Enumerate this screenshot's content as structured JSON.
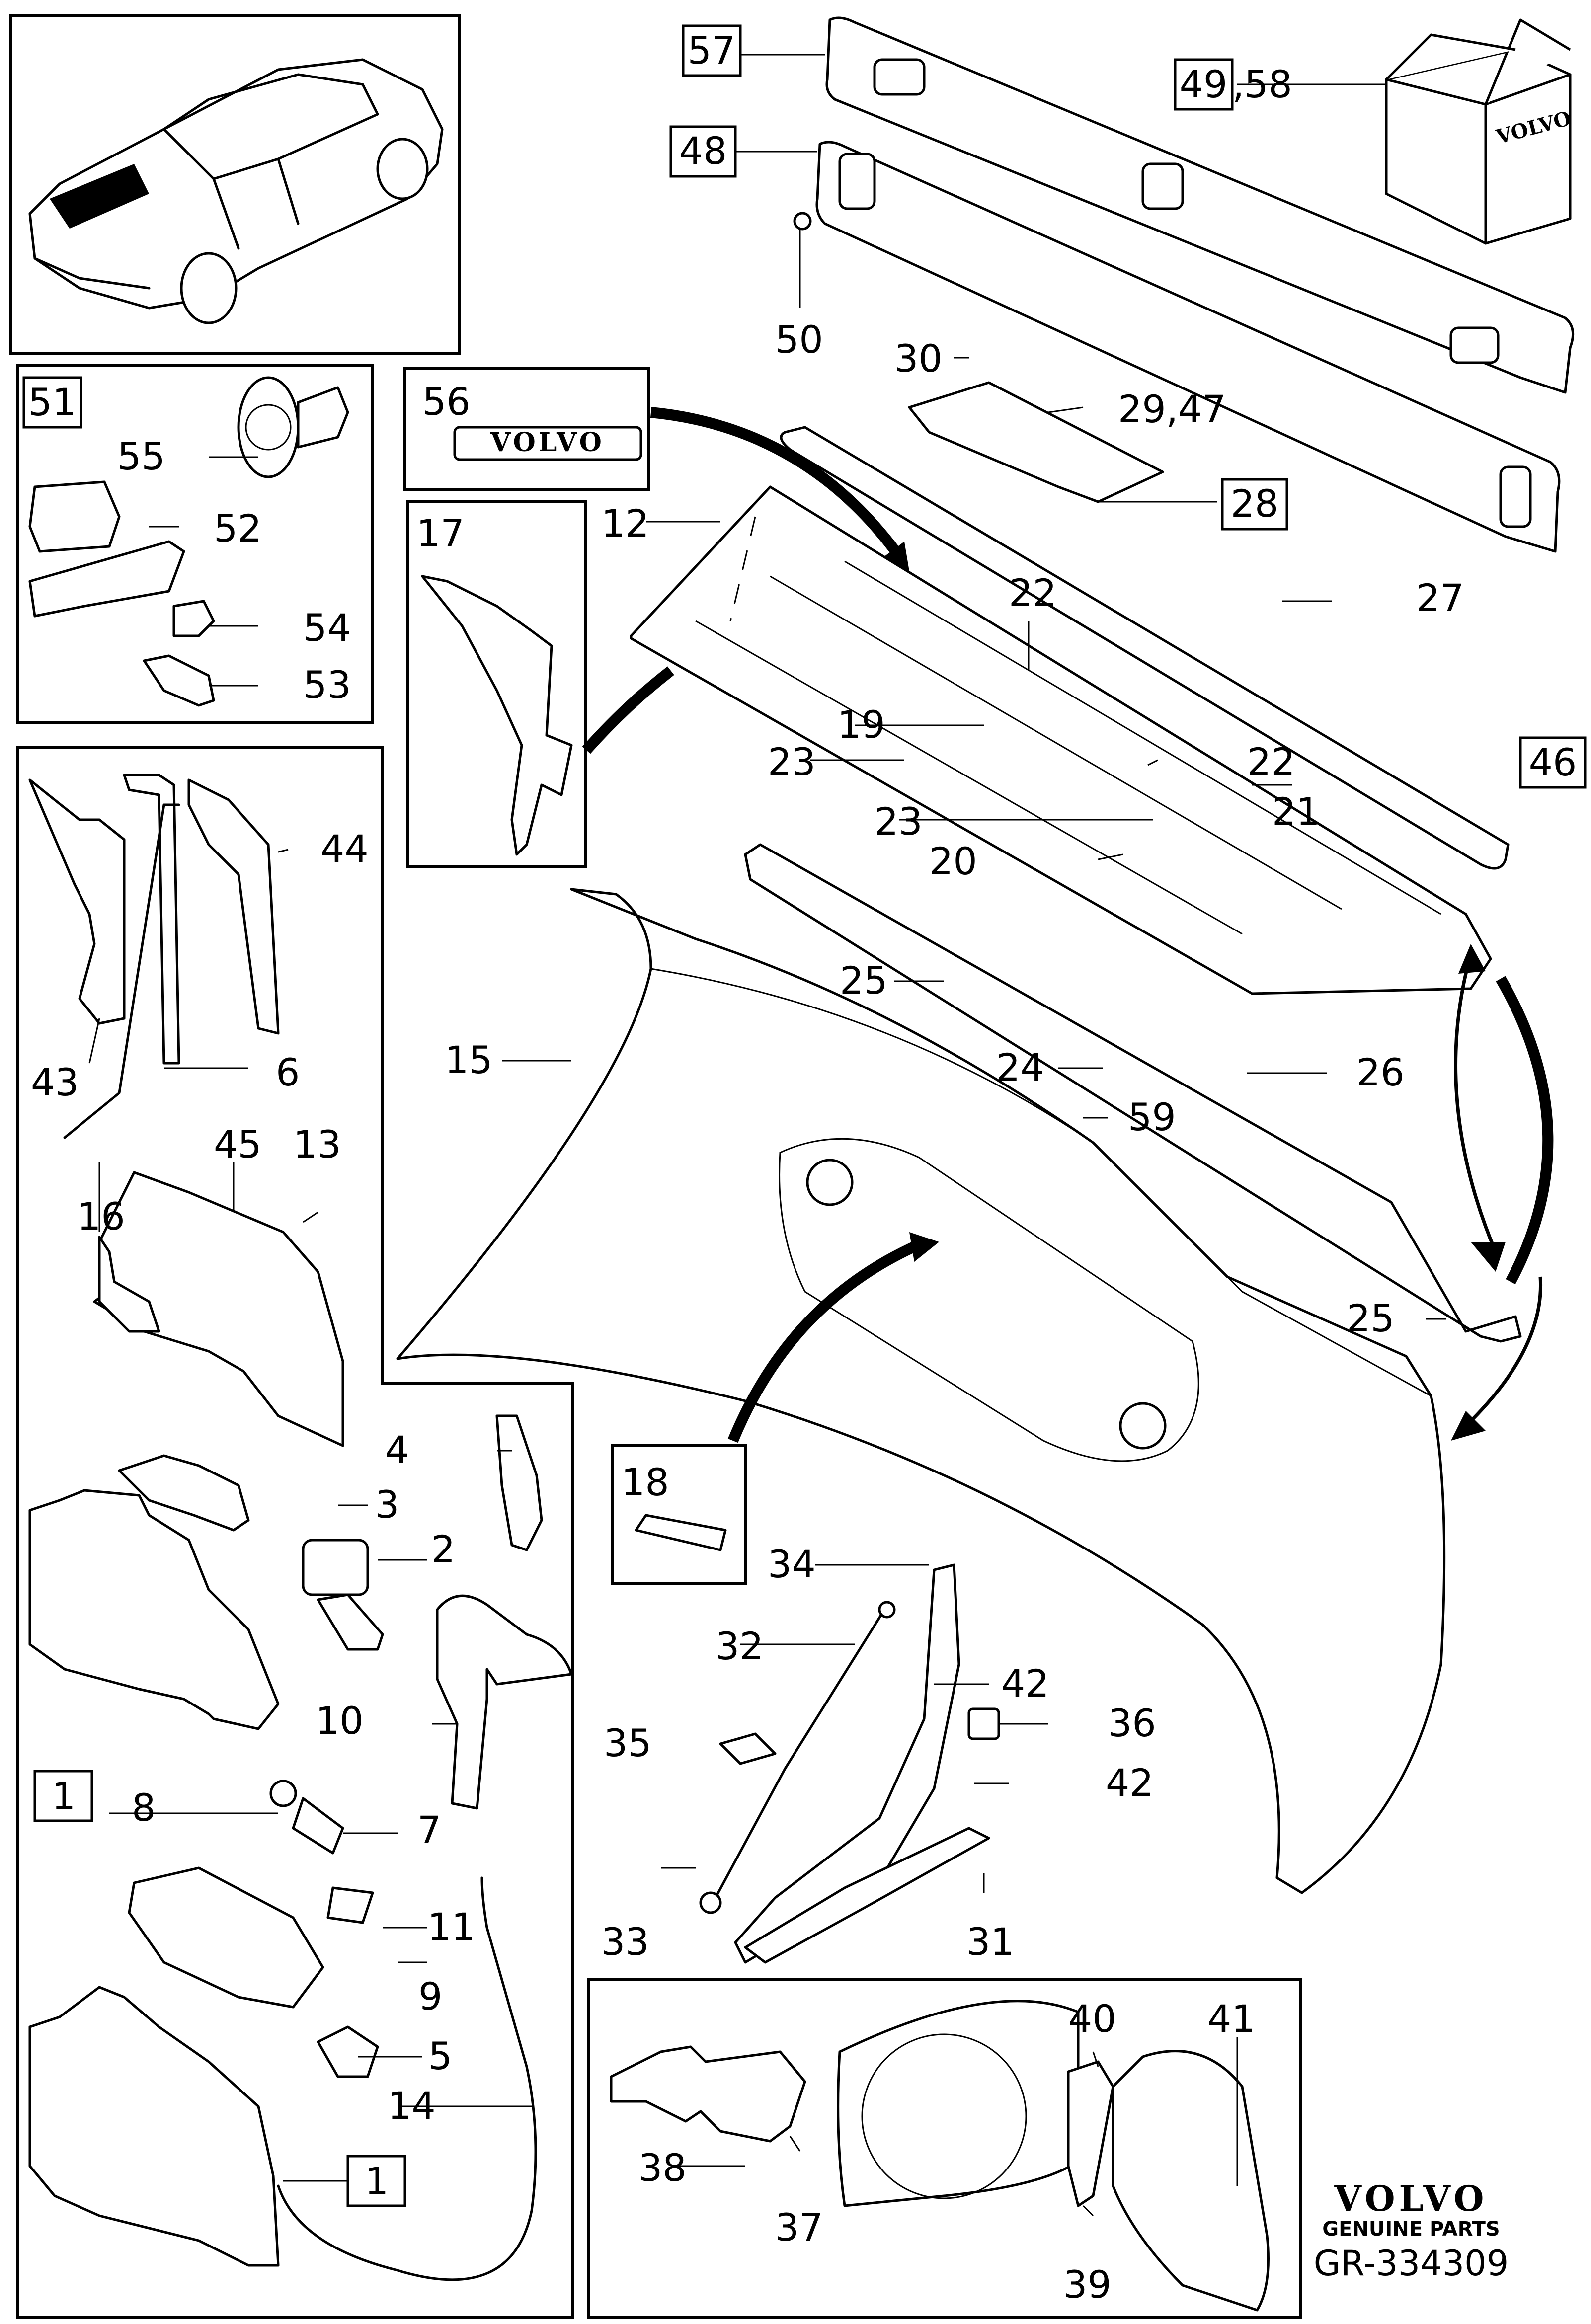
{
  "brand": {
    "name": "VOLVO",
    "tagline": "GENUINE PARTS"
  },
  "diagram_code": "GR-334309",
  "inset_badge": "VOLVO",
  "box_brand": "VOLVO",
  "callouts": {
    "c1a": "1",
    "c1b": "1",
    "c2": "2",
    "c3": "3",
    "c4": "4",
    "c5": "5",
    "c6": "6",
    "c7": "7",
    "c8": "8",
    "c9": "9",
    "c10": "10",
    "c11": "11",
    "c12": "12",
    "c13": "13",
    "c14": "14",
    "c15": "15",
    "c16": "16",
    "c17": "17",
    "c18": "18",
    "c19": "19",
    "c20": "20",
    "c21": "21",
    "c22a": "22",
    "c22b": "22",
    "c23a": "23",
    "c23b": "23",
    "c24": "24",
    "c25a": "25",
    "c25b": "25",
    "c26": "26",
    "c27": "27",
    "c28": "28",
    "c29_47": "29,47",
    "c30": "30",
    "c31": "31",
    "c32": "32",
    "c33": "33",
    "c34": "34",
    "c35": "35",
    "c36": "36",
    "c37": "37",
    "c38": "38",
    "c39": "39",
    "c40": "40",
    "c41": "41",
    "c42a": "42",
    "c42b": "42",
    "c43": "43",
    "c44": "44",
    "c45": "45",
    "c46": "46",
    "c48": "48",
    "c49": "49",
    "c58": ",58",
    "c50": "50",
    "c51": "51",
    "c52": "52",
    "c53": "53",
    "c54": "54",
    "c55": "55",
    "c56": "56",
    "c57": "57",
    "c59": "59"
  }
}
